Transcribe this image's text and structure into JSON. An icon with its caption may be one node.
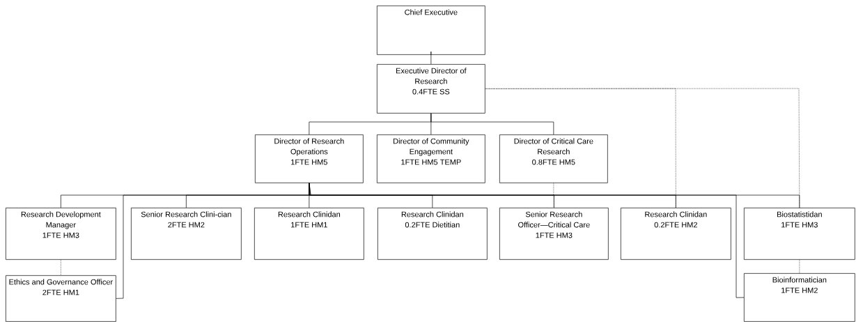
{
  "diagram": {
    "nodes": [
      {
        "text": [
          "Chief Executive"
        ]
      },
      {
        "text": [
          "Executive Director of Research",
          "0.4FTE SS"
        ]
      },
      {
        "text": [
          "Director of Research Operations",
          "1FTE HM5"
        ]
      },
      {
        "text": [
          "Director of Community Engagement",
          "1FTE HM5 TEMP"
        ]
      },
      {
        "text": [
          "Director of Critical Care Research",
          "0.8FTE HM5"
        ]
      },
      {
        "text": [
          "Research Development Manager",
          "1FTE HM3"
        ]
      },
      {
        "text": [
          "Senior Research Clini-cian",
          "2FTE HM2"
        ]
      },
      {
        "text": [
          "Research Clinidan",
          "1FTE HM1"
        ]
      },
      {
        "text": [
          "Research Clinidan",
          "0.2FTE Dietitian"
        ]
      },
      {
        "text": [
          "Senior Research Officer—Critical Care",
          "1FTE HM3"
        ]
      },
      {
        "text": [
          "Research Clinidan",
          "0.2FTE HM2"
        ]
      },
      {
        "text": [
          "Biostatistidan",
          "1FTE HM3"
        ]
      },
      {
        "text": [
          "Ethics and Governance Officer",
          "2FTE HM1"
        ]
      },
      {
        "text": [
          "Bioinformatician",
          "1FTE HM2"
        ]
      }
    ],
    "edges": [
      {
        "from": 0,
        "to": 1,
        "arrow": "none"
      },
      {
        "from": 1,
        "to": 2,
        "arrow": "none"
      },
      {
        "from": 1,
        "to": 3,
        "arrow": "none"
      },
      {
        "from": 1,
        "to": 4,
        "arrow": "none"
      },
      {
        "from": 2,
        "to": 5,
        "arrow": "none"
      },
      {
        "from": 2,
        "to": 6,
        "arrow": "none"
      },
      {
        "from": 2,
        "to": 7,
        "arrow": "none"
      },
      {
        "from": 2,
        "to": 8,
        "arrow": "none"
      },
      {
        "from": 2,
        "to": 9,
        "arrow": "none"
      },
      {
        "from": 2,
        "to": 10,
        "arrow": "none"
      },
      {
        "from": 2,
        "to": 11,
        "arrow": "none"
      },
      {
        "from": 2,
        "to": 12,
        "arrow": "none"
      },
      {
        "from": 2,
        "to": 13,
        "arrow": "none"
      },
      {
        "from": 4,
        "to": 9,
        "arrow": "none",
        "style": "dashed"
      },
      {
        "from": 1,
        "to": 10,
        "arrow": "none",
        "style": "dashed"
      },
      {
        "from": 1,
        "to": 11,
        "arrow": "none",
        "style": "dashed"
      },
      {
        "from": 5,
        "to": 12,
        "arrow": "none",
        "style": "dashed"
      },
      {
        "from": 11,
        "to": 13,
        "arrow": "none",
        "style": "dashed"
      }
    ]
  }
}
